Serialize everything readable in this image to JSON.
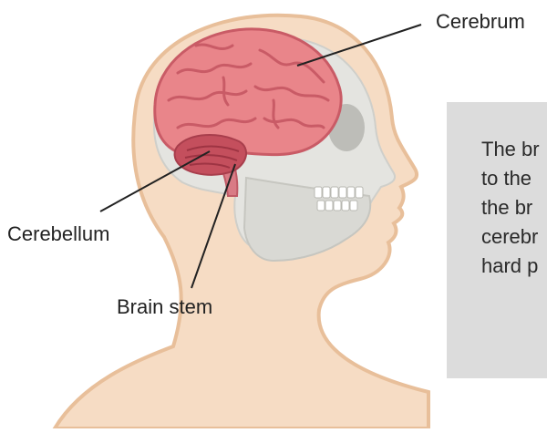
{
  "labels": {
    "cerebrum": "Cerebrum",
    "cerebellum": "Cerebellum",
    "brain_stem": "Brain stem"
  },
  "info_box": {
    "lines": [
      "The br",
      "to the",
      "the br",
      "cerebr",
      "hard p"
    ]
  },
  "colors": {
    "skin": "#f6dcc4",
    "skin_outline": "#e8bf9a",
    "skull": "#e4e4e0",
    "brain": "#e9858a",
    "brain_fold": "#c95b66",
    "cerebellum": "#c44f5d",
    "info_box": "#dcdcdc"
  }
}
